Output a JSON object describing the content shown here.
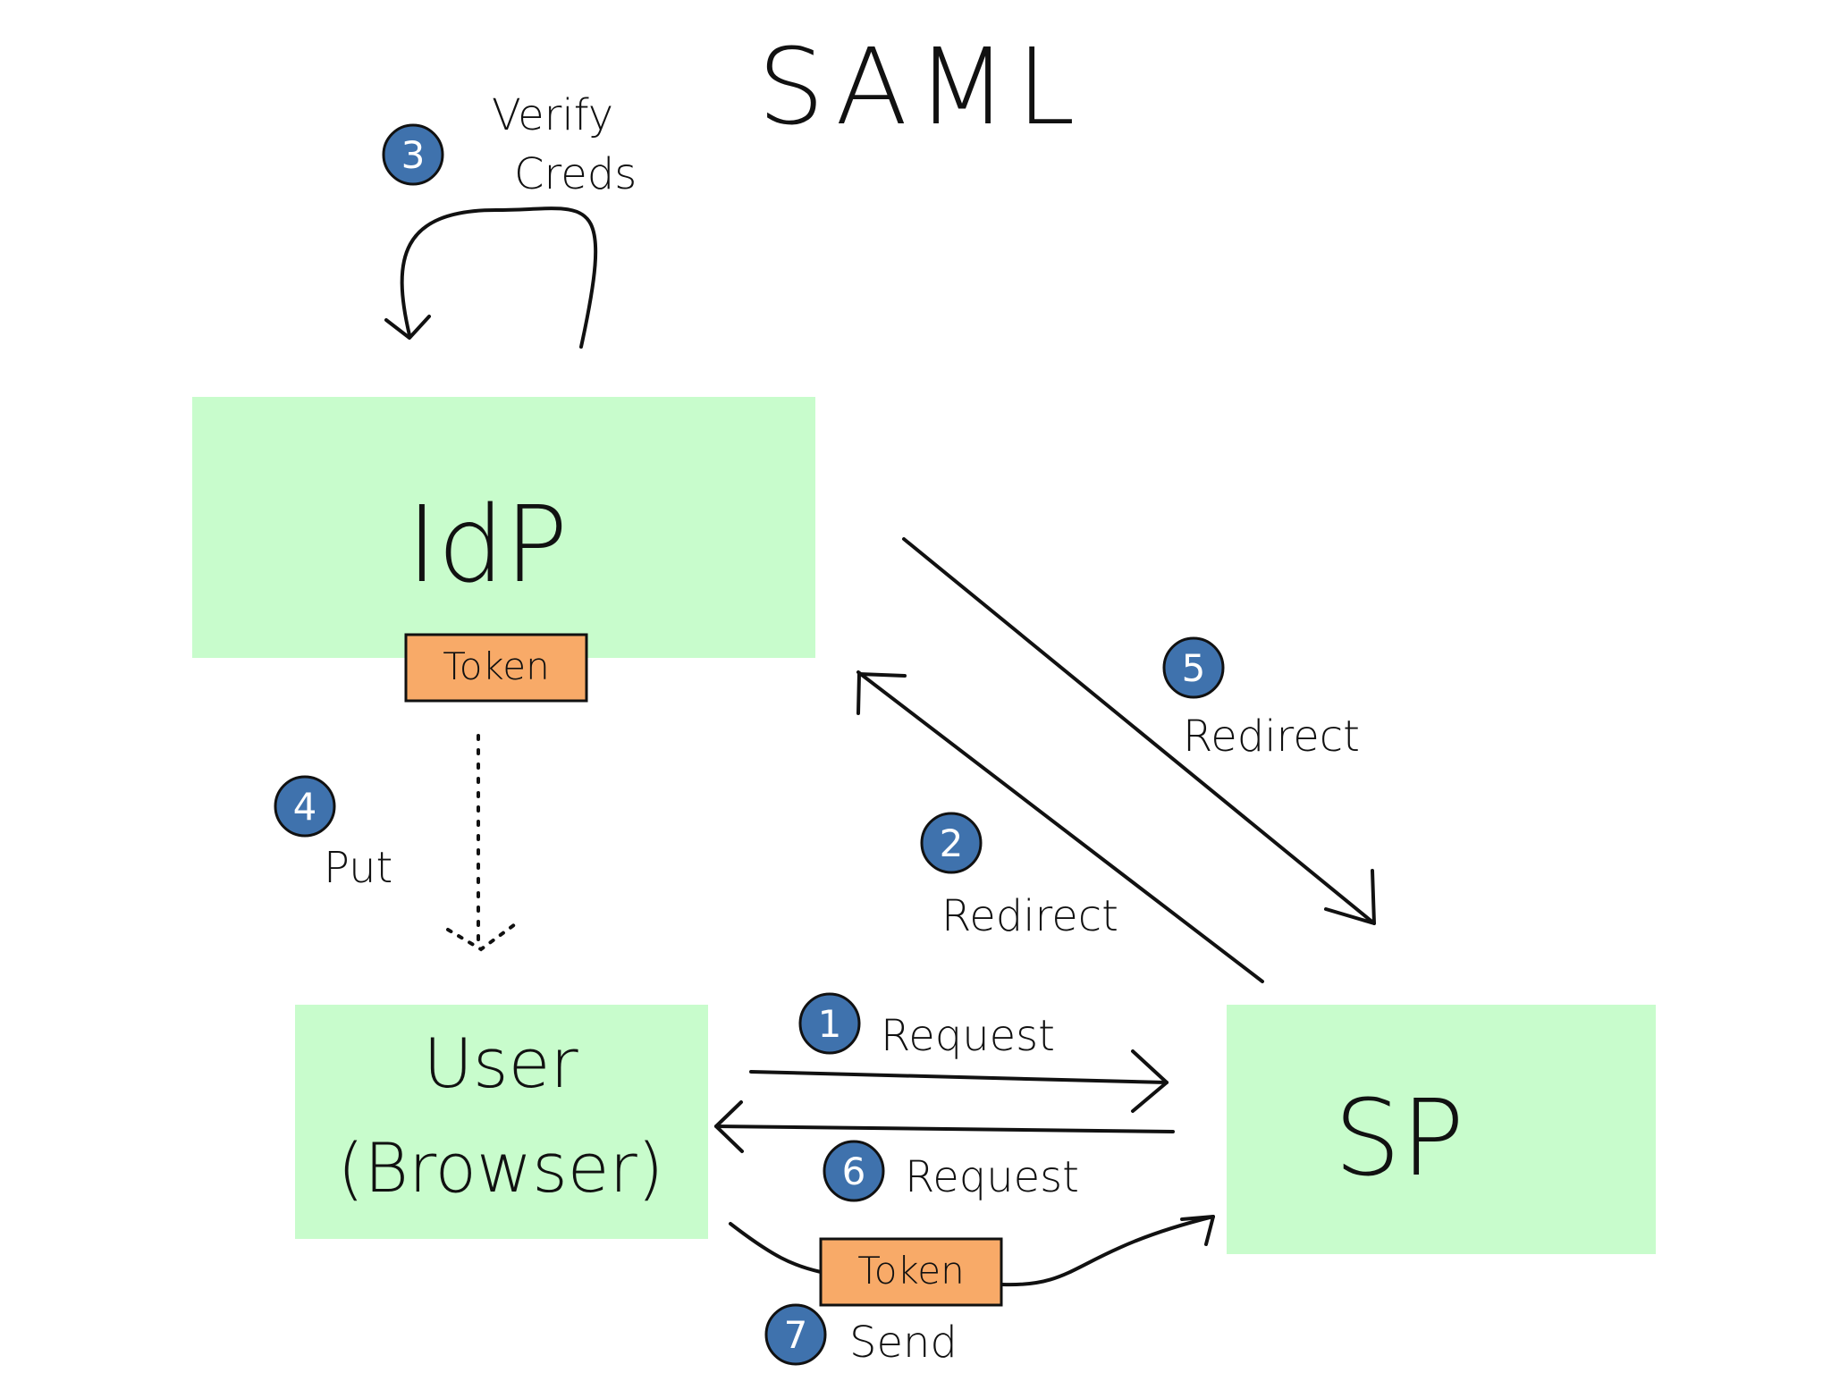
{
  "title": "SAML",
  "colors": {
    "node_fill": "#c8fccc",
    "token_fill": "#f8aa68",
    "badge_fill": "#3f72ad",
    "line": "#111111"
  },
  "nodes": {
    "idp": "IdP",
    "sp": "SP",
    "user_line1": "User",
    "user_line2": "(Browser)"
  },
  "tokens": {
    "idp": "Token",
    "send": "Token"
  },
  "steps": [
    {
      "num": "1",
      "label": "Request"
    },
    {
      "num": "2",
      "label": "Redirect"
    },
    {
      "num": "3",
      "label_line1": "Verify",
      "label_line2": "Creds"
    },
    {
      "num": "4",
      "label": "Put"
    },
    {
      "num": "5",
      "label": "Redirect"
    },
    {
      "num": "6",
      "label": "Request"
    },
    {
      "num": "7",
      "label": "Send"
    }
  ]
}
